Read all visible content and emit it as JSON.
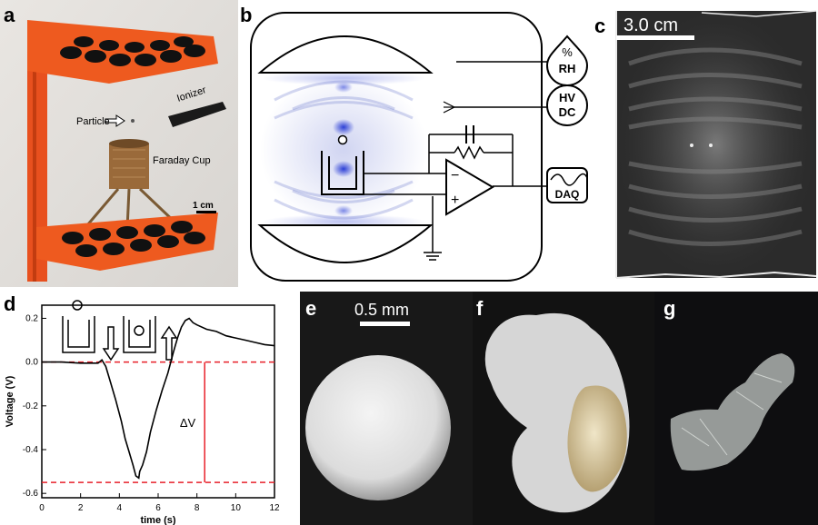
{
  "panels": {
    "a": {
      "label": "a",
      "texts": {
        "particle": "Particle",
        "ionizer": "Ionizer",
        "faraday": "Faraday Cup",
        "scale": "1 cm"
      }
    },
    "b": {
      "label": "b",
      "texts": {
        "rh_pct": "%",
        "rh": "RH",
        "hv": "HV",
        "dc": "DC",
        "daq": "DAQ",
        "minus": "−",
        "plus": "+"
      }
    },
    "c": {
      "label": "c",
      "scale": "3.0 cm"
    },
    "d": {
      "label": "d"
    },
    "e": {
      "label": "e",
      "scale": "0.5 mm"
    },
    "f": {
      "label": "f"
    },
    "g": {
      "label": "g"
    }
  },
  "chart_data": {
    "type": "line",
    "xlabel": "time (s)",
    "ylabel": "Voltage (V)",
    "xlim": [
      0,
      12
    ],
    "ylim": [
      -0.62,
      0.26
    ],
    "xticks": [
      0,
      2,
      4,
      6,
      8,
      10,
      12
    ],
    "yticks": [
      0.2,
      0.0,
      -0.2,
      -0.4,
      -0.6
    ],
    "ytick_labels": [
      "0.2",
      "0.0",
      "-0.2",
      "-0.4",
      "-0.6"
    ],
    "reference_lines": [
      0.0,
      -0.55
    ],
    "annotation": "ΔV",
    "annotation_x": 8.4,
    "series": [
      {
        "x": [
          0,
          1.0,
          2.0,
          2.9,
          3.1,
          3.3,
          3.5,
          3.8,
          4.1,
          4.3,
          4.5,
          4.7,
          4.85,
          5.0,
          5.05,
          5.2,
          5.4,
          5.6,
          5.9,
          6.2,
          6.5,
          6.8,
          7.0,
          7.2,
          7.4,
          7.6,
          7.8,
          8.0,
          8.5,
          9.0,
          9.5,
          10.0,
          10.5,
          11.0,
          11.5,
          12.0
        ],
        "y": [
          0.0,
          0.0,
          -0.005,
          -0.005,
          0.01,
          -0.02,
          -0.08,
          -0.17,
          -0.27,
          -0.35,
          -0.41,
          -0.47,
          -0.52,
          -0.53,
          -0.5,
          -0.47,
          -0.41,
          -0.32,
          -0.22,
          -0.13,
          -0.05,
          0.05,
          0.11,
          0.16,
          0.19,
          0.2,
          0.18,
          0.17,
          0.15,
          0.14,
          0.12,
          0.11,
          0.1,
          0.09,
          0.08,
          0.075
        ]
      }
    ]
  }
}
